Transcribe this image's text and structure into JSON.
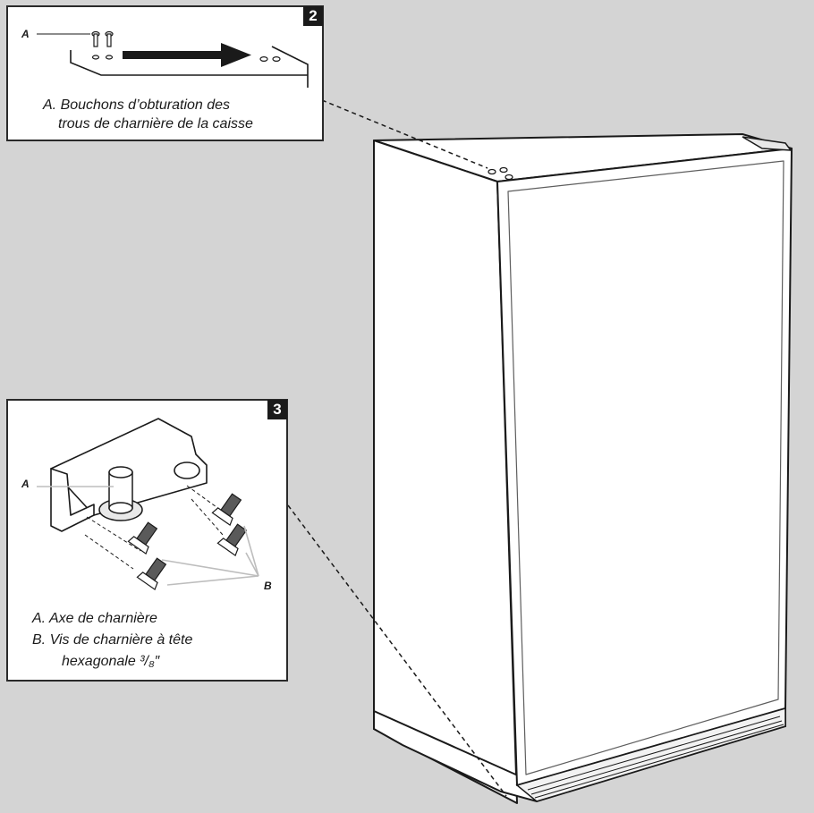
{
  "callout_2": {
    "number": "2",
    "label_a": "A",
    "caption_line1": "A. Bouchons d’obturation des",
    "caption_line2": "trous de charnière de la caisse"
  },
  "callout_3": {
    "number": "3",
    "label_a": "A",
    "label_b": "B",
    "caption_line1": "A. Axe de charnière",
    "caption_line2": "B. Vis de charnière à tête",
    "caption_line3": "hexagonale ³/₈″"
  },
  "colors": {
    "background": "#d4d4d4",
    "outline": "#1a1a1a",
    "panel": "#ffffff"
  },
  "icons": [
    "hole-plug-icon",
    "arrow-right-icon",
    "hinge-pin-icon",
    "hex-screw-icon"
  ]
}
